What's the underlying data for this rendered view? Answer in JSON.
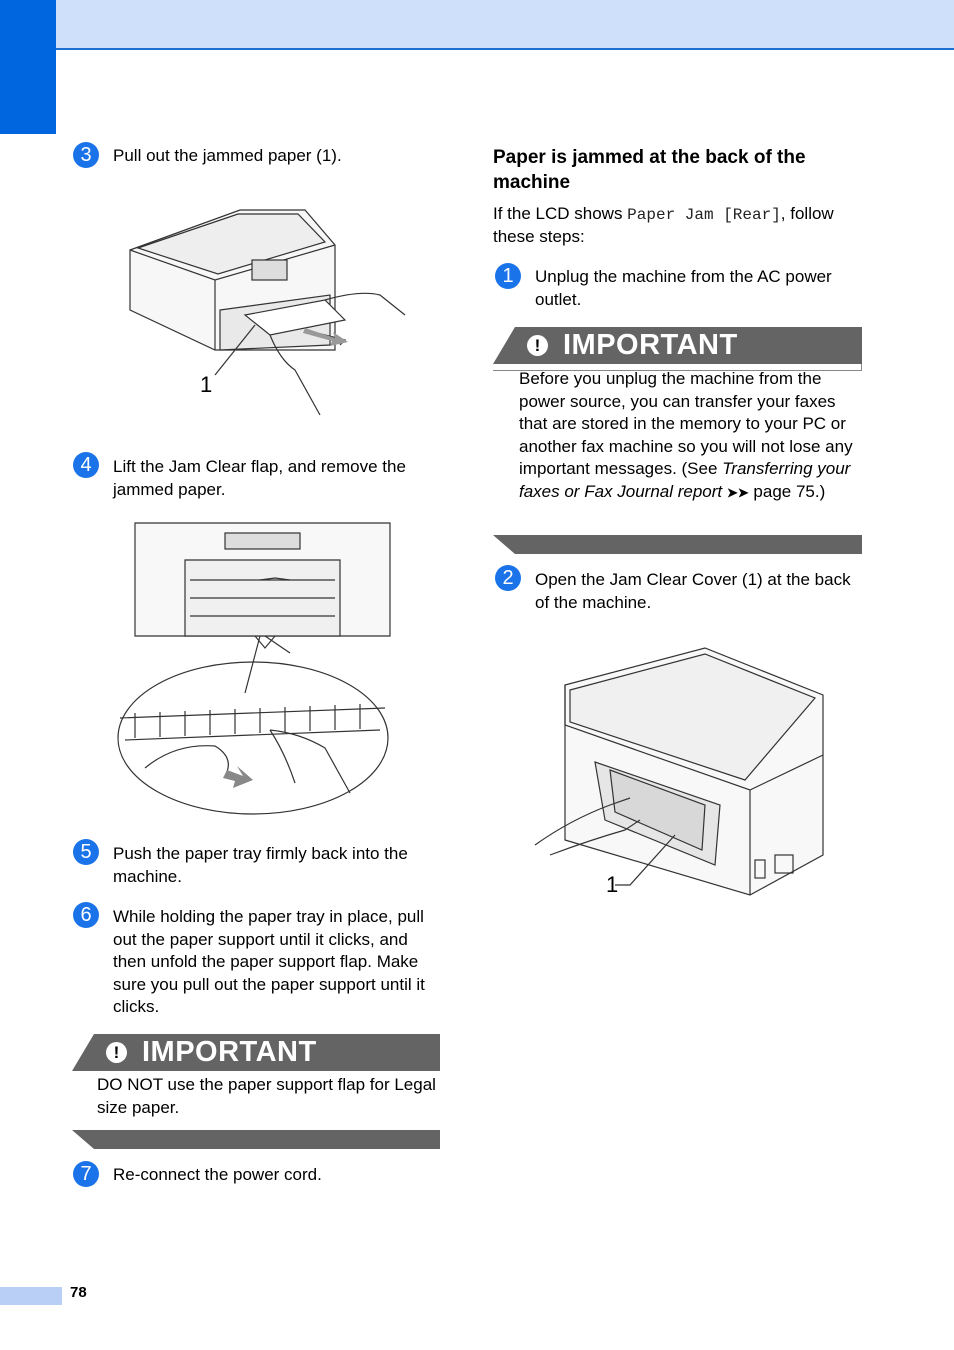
{
  "page_number": "78",
  "left_column": {
    "step3": {
      "num": "3",
      "text": "Pull out the jammed paper (1)."
    },
    "figure1_callout": "1",
    "step4": {
      "num": "4",
      "text": "Lift the Jam Clear flap, and remove the jammed paper."
    },
    "step5": {
      "num": "5",
      "text": "Push the paper tray firmly back into the machine."
    },
    "step6": {
      "num": "6",
      "text": "While holding the paper tray in place, pull out the paper support until it clicks, and then unfold the paper support flap. Make sure you pull out the paper support until it clicks."
    },
    "important": {
      "icon": "!",
      "title": "IMPORTANT",
      "body": "DO NOT use the paper support flap for Legal size paper."
    },
    "step7": {
      "num": "7",
      "text": "Re-connect the power cord."
    }
  },
  "right_column": {
    "heading": "Paper is jammed at the back of the machine",
    "intro_prefix": "If the LCD shows ",
    "intro_lcd": "Paper Jam [Rear]",
    "intro_suffix": ", follow these steps:",
    "step1": {
      "num": "1",
      "text": "Unplug the machine from the AC power outlet."
    },
    "important": {
      "icon": "!",
      "title": "IMPORTANT",
      "body_prefix": "Before you unplug the machine from the power source, you can transfer your faxes that are stored in the memory to your PC or another fax machine so you will not lose any important messages. (See ",
      "body_ref": "Transferring your faxes or Fax Journal report",
      "body_arrow": "➤➤",
      "body_suffix": " page 75.)"
    },
    "step2": {
      "num": "2",
      "text": "Open the Jam Clear Cover (1) at the back of the machine."
    },
    "figure3_callout": "1"
  },
  "colors": {
    "accent": "#1a73e8",
    "important_gray": "#646464",
    "header_band": "#cfe0fb",
    "side_tab": "#0066e0"
  }
}
